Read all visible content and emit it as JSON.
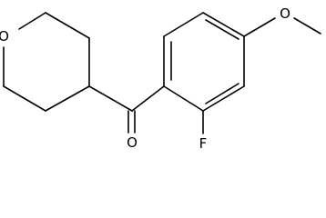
{
  "molecule": {
    "atoms": {
      "ring_oxygen": "O",
      "carbonyl_oxygen": "O",
      "fluorine": "F",
      "methoxy_oxygen": "O"
    }
  },
  "colors": {
    "bond": "#000000",
    "label": "#000000",
    "background": "#ffffff"
  }
}
